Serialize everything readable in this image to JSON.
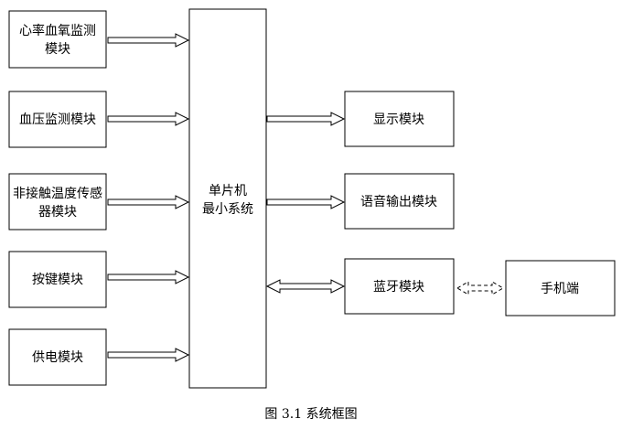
{
  "diagram": {
    "boxes": {
      "heart_oxygen": [
        "心率血氧监测",
        "模块"
      ],
      "blood_pressure": [
        "血压监测模块"
      ],
      "noncontact_temp": [
        "非接触温度传感",
        "器模块"
      ],
      "keys": [
        "按键模块"
      ],
      "power": [
        "供电模块"
      ],
      "mcu": [
        "单片机",
        "最小系统"
      ],
      "display": [
        "显示模块"
      ],
      "voice": [
        "语音输出模块"
      ],
      "bluetooth": [
        "蓝牙模块"
      ],
      "phone": [
        "手机端"
      ]
    },
    "caption": "图 3.1  系统框图",
    "colors": {
      "stroke": "#000000",
      "background": "#ffffff"
    }
  }
}
